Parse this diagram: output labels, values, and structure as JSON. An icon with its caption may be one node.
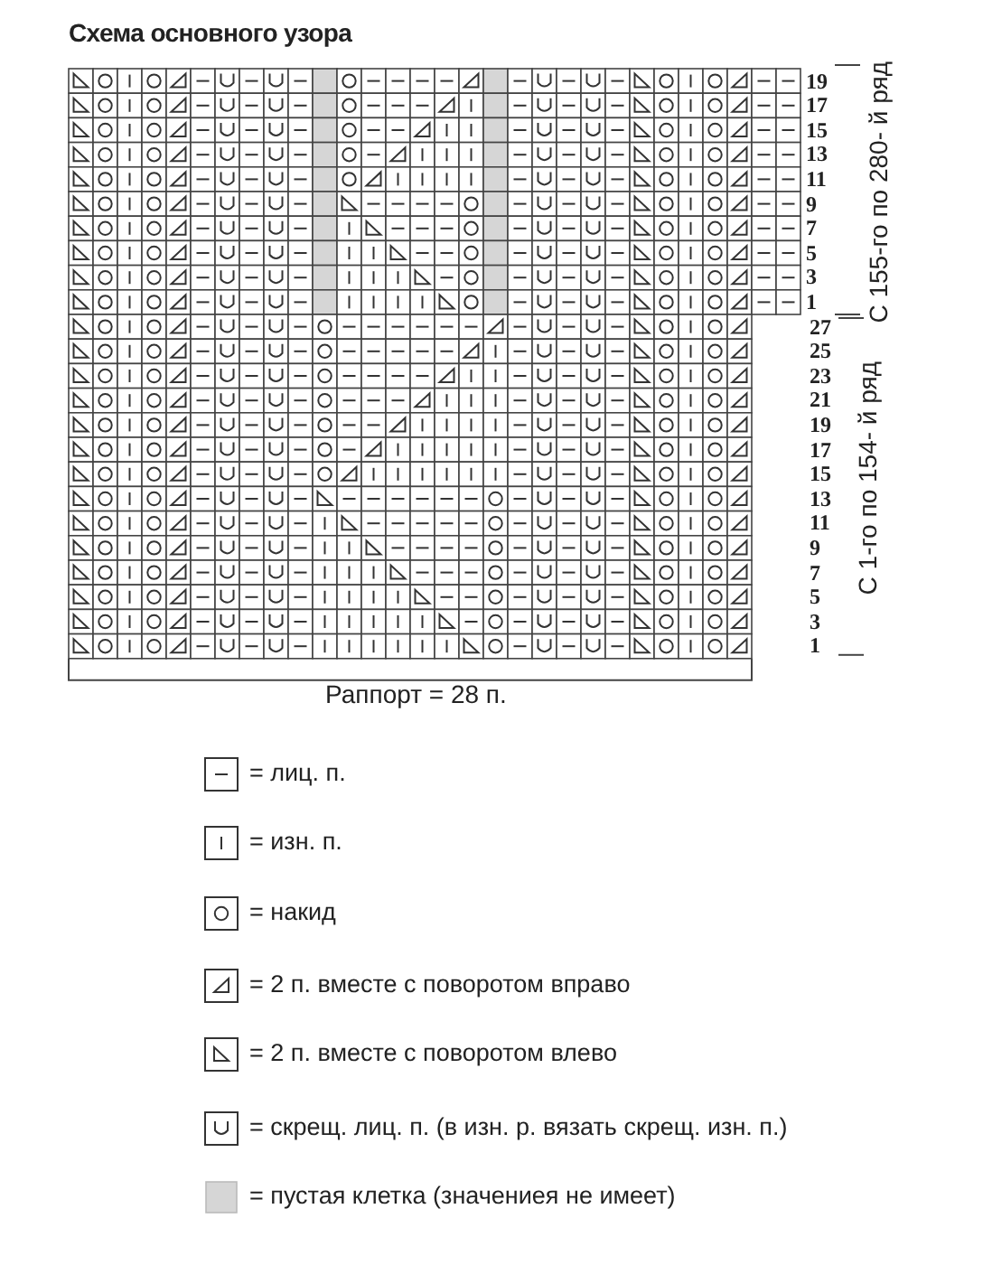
{
  "diagram": {
    "title": "Схема основного узора",
    "labels": [
      "19",
      "17",
      "15",
      "13",
      "11",
      "9",
      "7",
      "5",
      "3",
      "1",
      "27",
      "25",
      "23",
      "21",
      "19",
      "17",
      "15",
      "13",
      "11",
      "9",
      "7",
      "5",
      "3",
      "1",
      "С 155-го по 280- й ряд",
      "С 1-го по 154- й ряд",
      "Раппорт = 28 п."
    ],
    "legend": [
      {
        "text": "= лиц. п."
      },
      {
        "text": "= изн. п."
      },
      {
        "text": "= накид"
      },
      {
        "text": "= 2 п. вместе с поворотом вправо"
      },
      {
        "text": "= 2 п. вместе с поворотом влево"
      },
      {
        "text": "= скрещ. лиц. п. (в изн. р. вязать скрещ. изн. п.)"
      },
      {
        "text": "= пустая клетка (значениея не имеет)",
        "color": "#d6d6d6"
      }
    ]
  }
}
